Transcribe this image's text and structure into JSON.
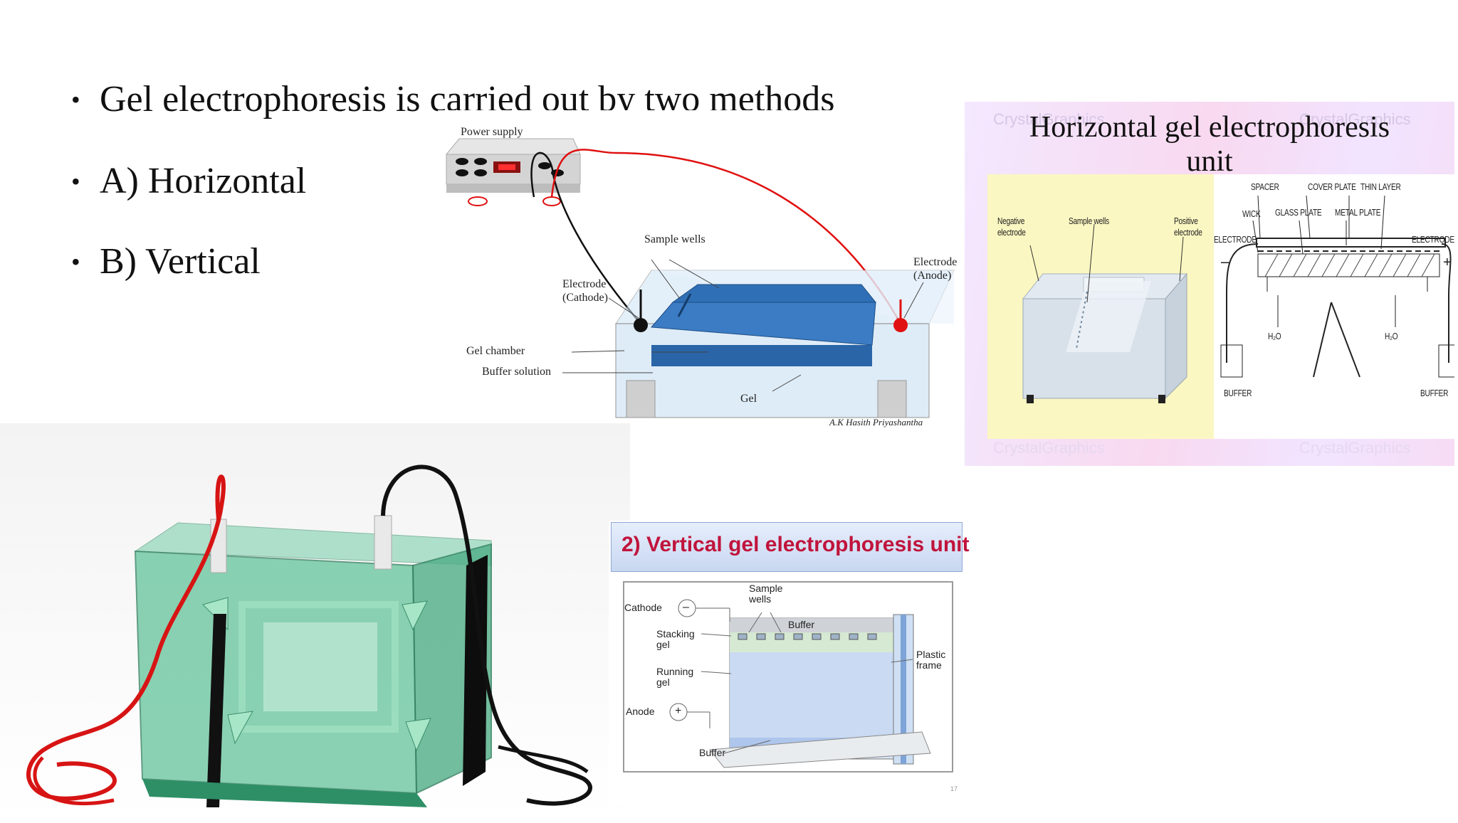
{
  "slide": {
    "bullets": [
      "Gel electrophoresis is carried out by two methods",
      "A) Horizontal",
      "B) Vertical"
    ],
    "page_number": "17"
  },
  "horizontal_diagram": {
    "power_supply": "Power supply",
    "sample_wells": "Sample wells",
    "electrode_anode_1": "Electrode",
    "electrode_anode_2": "(Anode)",
    "electrode_cathode_1": "Electrode",
    "electrode_cathode_2": "(Cathode)",
    "gel_chamber": "Gel chamber",
    "buffer_solution": "Buffer solution",
    "gel": "Gel",
    "credit": "A.K Hasith Priyashantha"
  },
  "horizontal_unit_panel": {
    "title_line1": "Horizontal gel electrophoresis",
    "title_line2": "unit",
    "watermark": "CrystalGraphics",
    "negative_electrode_1": "Negative",
    "negative_electrode_2": "electrode",
    "sample_wells": "Sample wells",
    "positive_electrode_1": "Positive",
    "positive_electrode_2": "electrode",
    "spacer": "SPACER",
    "cover_plate": "COVER PLATE",
    "thin_layer": "THIN LAYER",
    "wick": "WICK",
    "glass_plate": "GLASS PLATE",
    "metal_plate": "METAL PLATE",
    "electrode_left": "ELECTRODE",
    "electrode_right": "ELECTRODE",
    "h2o_left": "H₂O",
    "h2o_right": "H₂O",
    "buffer_left": "BUFFER",
    "buffer_right": "BUFFER"
  },
  "vertical_unit_panel": {
    "title": "2) Vertical gel electrophoresis unit",
    "sample_wells_1": "Sample",
    "sample_wells_2": "wells",
    "cathode": "Cathode",
    "buffer_top": "Buffer",
    "stacking_gel_1": "Stacking",
    "stacking_gel_2": "gel",
    "plastic_frame_1": "Plastic",
    "plastic_frame_2": "frame",
    "running_gel_1": "Running",
    "running_gel_2": "gel",
    "anode": "Anode",
    "buffer_bottom": "Buffer",
    "minus_sign": "–",
    "plus_sign": "+"
  },
  "colors": {
    "gel_blue": "#2f6fb5",
    "buffer_blue": "#bcd6ee",
    "anode_red": "#e01010",
    "title_red": "#c0143c",
    "tank_green": "#5fbf95"
  }
}
